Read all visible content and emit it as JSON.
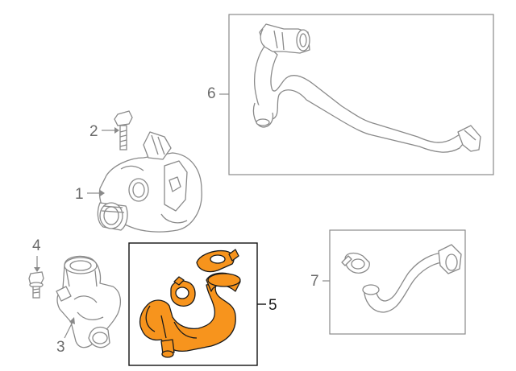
{
  "callouts": {
    "c1": "1",
    "c2": "2",
    "c3": "3",
    "c4": "4",
    "c5": "5",
    "c6": "6",
    "c7": "7"
  },
  "colors": {
    "line": "#8a8a8a",
    "text_grey": "#6b6b6b",
    "text_dark": "#1a1a1a",
    "highlight_fill": "#f7941d",
    "highlight_stroke": "#1a1a1a",
    "box_border": "#8a8a8a",
    "highlight_box_border": "#111111"
  },
  "parts": [
    {
      "callout": "1",
      "shape": "water-pump"
    },
    {
      "callout": "2",
      "shape": "bolt"
    },
    {
      "callout": "3",
      "shape": "thermostat-housing"
    },
    {
      "callout": "4",
      "shape": "bolt"
    },
    {
      "callout": "5",
      "shape": "hose-kit",
      "highlighted": true
    },
    {
      "callout": "6",
      "shape": "coolant-hose"
    },
    {
      "callout": "7",
      "shape": "coolant-hose"
    }
  ]
}
